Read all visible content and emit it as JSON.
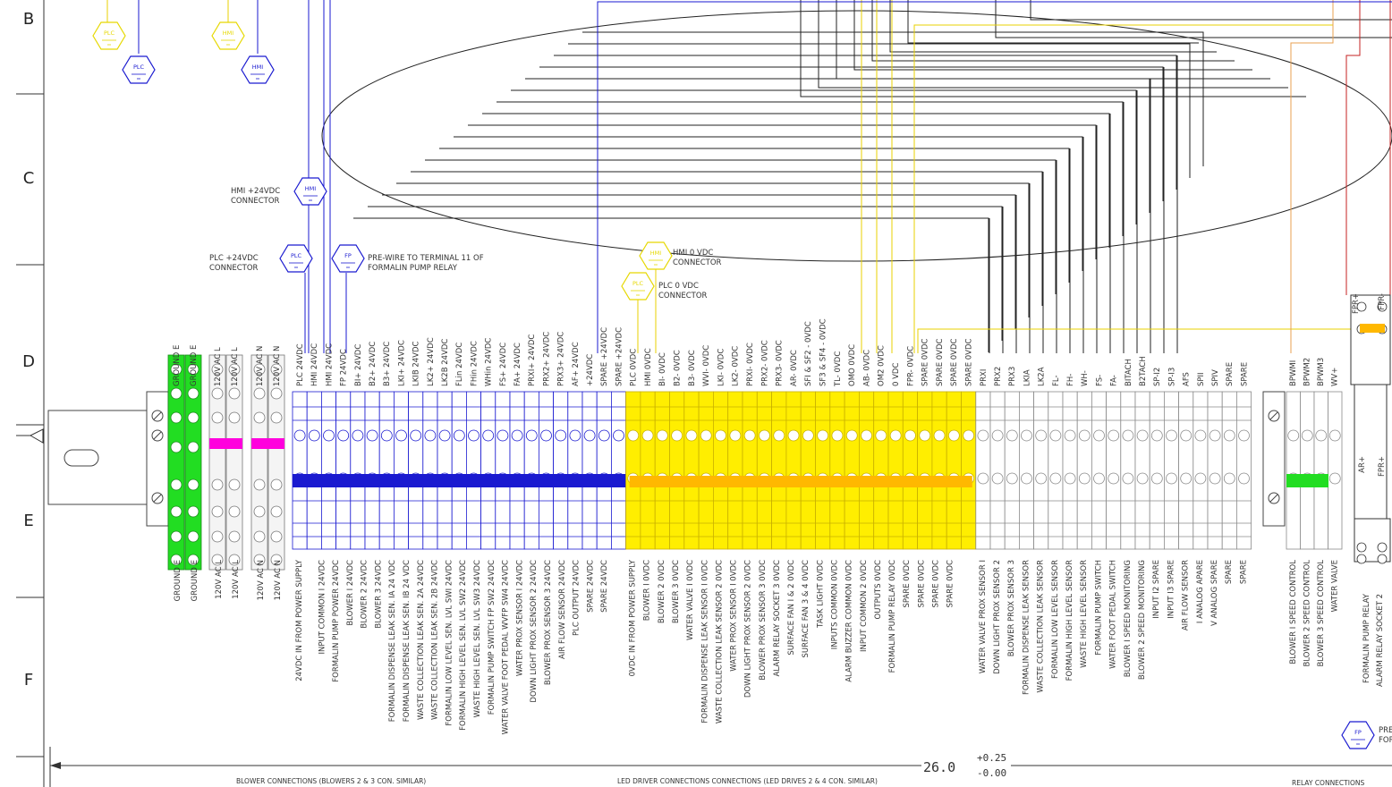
{
  "row_labels": [
    "B",
    "C",
    "D",
    "E",
    "F"
  ],
  "hex_connectors": [
    {
      "id": "plc-top-yellow",
      "text": "PLC",
      "color": "#e6d800"
    },
    {
      "id": "hmi-top-yellow",
      "text": "HMI",
      "color": "#e6d800"
    },
    {
      "id": "plc-top-blue",
      "text": "PLC",
      "color": "#1a1ad0"
    },
    {
      "id": "hmi-top-blue",
      "text": "HMI",
      "color": "#1a1ad0"
    },
    {
      "id": "hmi-24",
      "text": "HMI",
      "color": "#1a1ad0"
    },
    {
      "id": "plc-24",
      "text": "PLC",
      "color": "#1a1ad0"
    },
    {
      "id": "fp-24",
      "text": "FP",
      "color": "#1a1ad0"
    },
    {
      "id": "hmi-0",
      "text": "HMI",
      "color": "#e6d800"
    },
    {
      "id": "plc-0",
      "text": "PLC",
      "color": "#e6d800"
    },
    {
      "id": "fp-bottom",
      "text": "FP",
      "color": "#1a1ad0"
    }
  ],
  "callouts": {
    "hmi_24": [
      "HMI +24VDC",
      "CONNECTOR"
    ],
    "plc_24": [
      "PLC +24VDC",
      "CONNECTOR"
    ],
    "prewire": [
      "PRE-WIRE TO TERMINAL 11 OF",
      "FORMALIN PUMP RELAY"
    ],
    "hmi_0": [
      "HMI 0 VDC",
      "CONNECTOR"
    ],
    "plc_0": [
      "PLC 0 VDC",
      "CONNECTOR"
    ],
    "bottom_right": [
      "PRE",
      "FOR"
    ]
  },
  "relay_labels": {
    "fpr_top_left": "FPR+",
    "fpr_top_right": "FPR-",
    "ar_plus": "AR+",
    "fpr_plus": "FPR+"
  },
  "top_labels": {
    "ground": [
      "GROUND E",
      "GROUND E"
    ],
    "ac_l": [
      "120V AC L",
      "120V AC L"
    ],
    "ac_n": [
      "120V AC N",
      "120V AC N"
    ],
    "blue": [
      "PLC 24VDC",
      "HMI 24VDC",
      "HMI 24VDC",
      "FP 24VDC",
      "BI+ 24VDC",
      "B2+ 24VDC",
      "B3+ 24VDC",
      "LKI+ 24VDC",
      "LKIB 24VDC",
      "LK2+ 24VDC",
      "LK2B 24VDC",
      "FLin 24VDC",
      "FHin 24VDC",
      "WHin 24VDC",
      "FS+ 24VDC",
      "FA+ 24VDC",
      "PRXI+ 24VDC",
      "PRX2+ 24VDC",
      "PRX3+ 24VDC",
      "AF+ 24VDC",
      "+24VDC",
      "SPARE +24VDC",
      "SPARE +24VDC"
    ],
    "yellow": [
      "PLC 0VDC",
      "HMI 0VDC",
      "BI- 0VDC",
      "B2- 0VDC",
      "B3- 0VDC",
      "WVI- 0VDC",
      "LKI- 0VDC",
      "LK2- 0VDC",
      "PRXI- 0VDC",
      "PRX2- 0VDC",
      "PRX3- 0VDC",
      "AR- 0VDC",
      "SFI & SF2 - 0VDC",
      "SF3 & SF4 - 0VDC",
      "TL- 0VDC",
      "OMO 0VDC",
      "AB- 0VDC",
      "OM2 0VDC",
      "0 VDC",
      "FPR- 0VDC",
      "SPARE 0VDC",
      "SPARE 0VDC",
      "SPARE 0VDC",
      "SPARE 0VDC"
    ],
    "gray": [
      "PRXI",
      "PRX2",
      "PRX3",
      "LKIA",
      "LK2A",
      "FL-",
      "FH-",
      "WH-",
      "FS-",
      "FA-",
      "BITACH",
      "B2TACH",
      "SP-I2",
      "SP-I3",
      "AFS",
      "SPII",
      "SPIV",
      "SPARE",
      "SPARE"
    ],
    "right": [
      "BPWMI",
      "BPWM2",
      "BPWM3",
      "WV+"
    ]
  },
  "bottom_labels": {
    "ground": [
      "GROUND E",
      "GROUND E"
    ],
    "ac_l": [
      "120V AC L",
      "120V AC L"
    ],
    "ac_n": [
      "120V AC N",
      "120V AC N"
    ],
    "blue": [
      "24VDC IN FROM POWER SUPPLY",
      "INPUT COMMON I 24VDC",
      "FORMALIN PUMP POWER 24VDC",
      "BLOWER I 24VDC",
      "BLOWER 2 24VDC",
      "BLOWER 3 24VDC",
      "FORMALIN DISPENSE LEAK SEN. IA 24 VDC",
      "FORMALIN DISPENSE LEAK SEN. IB 24 VDC",
      "WASTE COLLECTION LEAK SEN. 2A 24VDC",
      "WASTE COLLECTION LEAK SEN. 2B 24VDC",
      "FORMALIN LOW LEVEL SEN. LVL SWI 24VDC",
      "FORMALIN HIGH LEVEL SEN. LVL SW2 24VDC",
      "WASTE HIGH LEVEL SEN. LVL SW3 24VDC",
      "FORMALIN PUMP SWITCH FP SW2 24VDC",
      "WATER VALVE FOOT PEDAL WVFP SW4 24VDC",
      "WATER PROX SENSOR I 24VDC",
      "DOWN LIGHT PROX SENSOR 2 24VDC",
      "BLOWER PROX SENSOR 3 24VDC",
      "AIR FLOW SENSOR 24VDC",
      "PLC OUTPUT 24VDC",
      "SPARE 24VDC",
      "SPARE 24VDC"
    ],
    "yellow": [
      "0VDC IN FROM POWER SUPPLY",
      "BLOWER I 0VDC",
      "BLOWER 2 0VDC",
      "BLOWER 3 0VDC",
      "WATER VALVE I 0VDC",
      "FORMALIN DISPENSE LEAK SENSOR I 0VDC",
      "WASTE COLLECTION LEAK SENSOR 2 0VDC",
      "WATER PROX SENSOR I 0VDC",
      "DOWN LIGHT PROX SENSOR 2 0VDC",
      "BLOWER PROX SENSOR 3 0VDC",
      "ALARM RELAY SOCKET 3 0VDC",
      "SURFACE FAN I & 2 0VDC",
      "SURFACE FAN 3 & 4 0VDC",
      "TASK LIGHT 0VDC",
      "INPUTS COMMON 0VDC",
      "ALARM BUZZER COMMON 0VDC",
      "INPUT COMMON 2 0VDC",
      "OUTPUTS 0VDC",
      "FORMALIN PUMP RELAY 0VDC",
      "SPARE 0VDC",
      "SPARE 0VDC",
      "SPARE 0VDC",
      "SPARE 0VDC"
    ],
    "gray": [
      "WATER VALVE PROX SENSOR I",
      "DOWN LIGHT PROX SENSOR 2",
      "BLOWER PROX SENSOR 3",
      "FORMALIN DISPENSE LEAK SENSOR",
      "WASTE COLLECTION LEAK SENSOR",
      "FORMALIN LOW LEVEL SENSOR",
      "FORMALIN HIGH LEVEL SENSOR",
      "WASTE HIGH LEVEL SENSOR",
      "FORMALIN PUMP SWITCH",
      "WATER FOOT PEDAL SWITCH",
      "BLOWER I SPEED MONITORING",
      "BLOWER 2 SPEED MONITORING",
      "INPUT I2 SPARE",
      "INPUT I3 SPARE",
      "AIR FLOW SENSOR",
      "I ANALOG APARE",
      "V ANALOG SPARE",
      "SPARE",
      "SPARE"
    ],
    "right": [
      "BLOWER I SPEED CONTROL",
      "BLOWER 2 SPEED CONTROL",
      "BLOWER 3 SPEED CONTROL",
      "WATER VALVE"
    ],
    "relay": [
      "FORMALIN PUMP RELAY",
      "ALARM RELAY SOCKET 2"
    ]
  },
  "dimension": {
    "value": "26.0",
    "tol_plus": "+0.25",
    "tol_minus": "-0.00"
  },
  "footer_titles": {
    "left": "BLOWER CONNECTIONS (BLOWERS 2 & 3 CON. SIMILAR)",
    "middle": "LED DRIVER CONNECTIONS CONNECTIONS (LED DRIVES 2 & 4 CON. SIMILAR)",
    "right": "RELAY CONNECTIONS"
  },
  "colors": {
    "blue": "#1a1ad0",
    "yellow": "#ffee00",
    "yellow_line": "#e8d200",
    "green": "#22dd22",
    "magenta": "#ff00dd",
    "orange_bar": "#ffb800",
    "orange_line": "#e8a050",
    "red_line": "#c62222",
    "gray": "#8a8a8a"
  }
}
